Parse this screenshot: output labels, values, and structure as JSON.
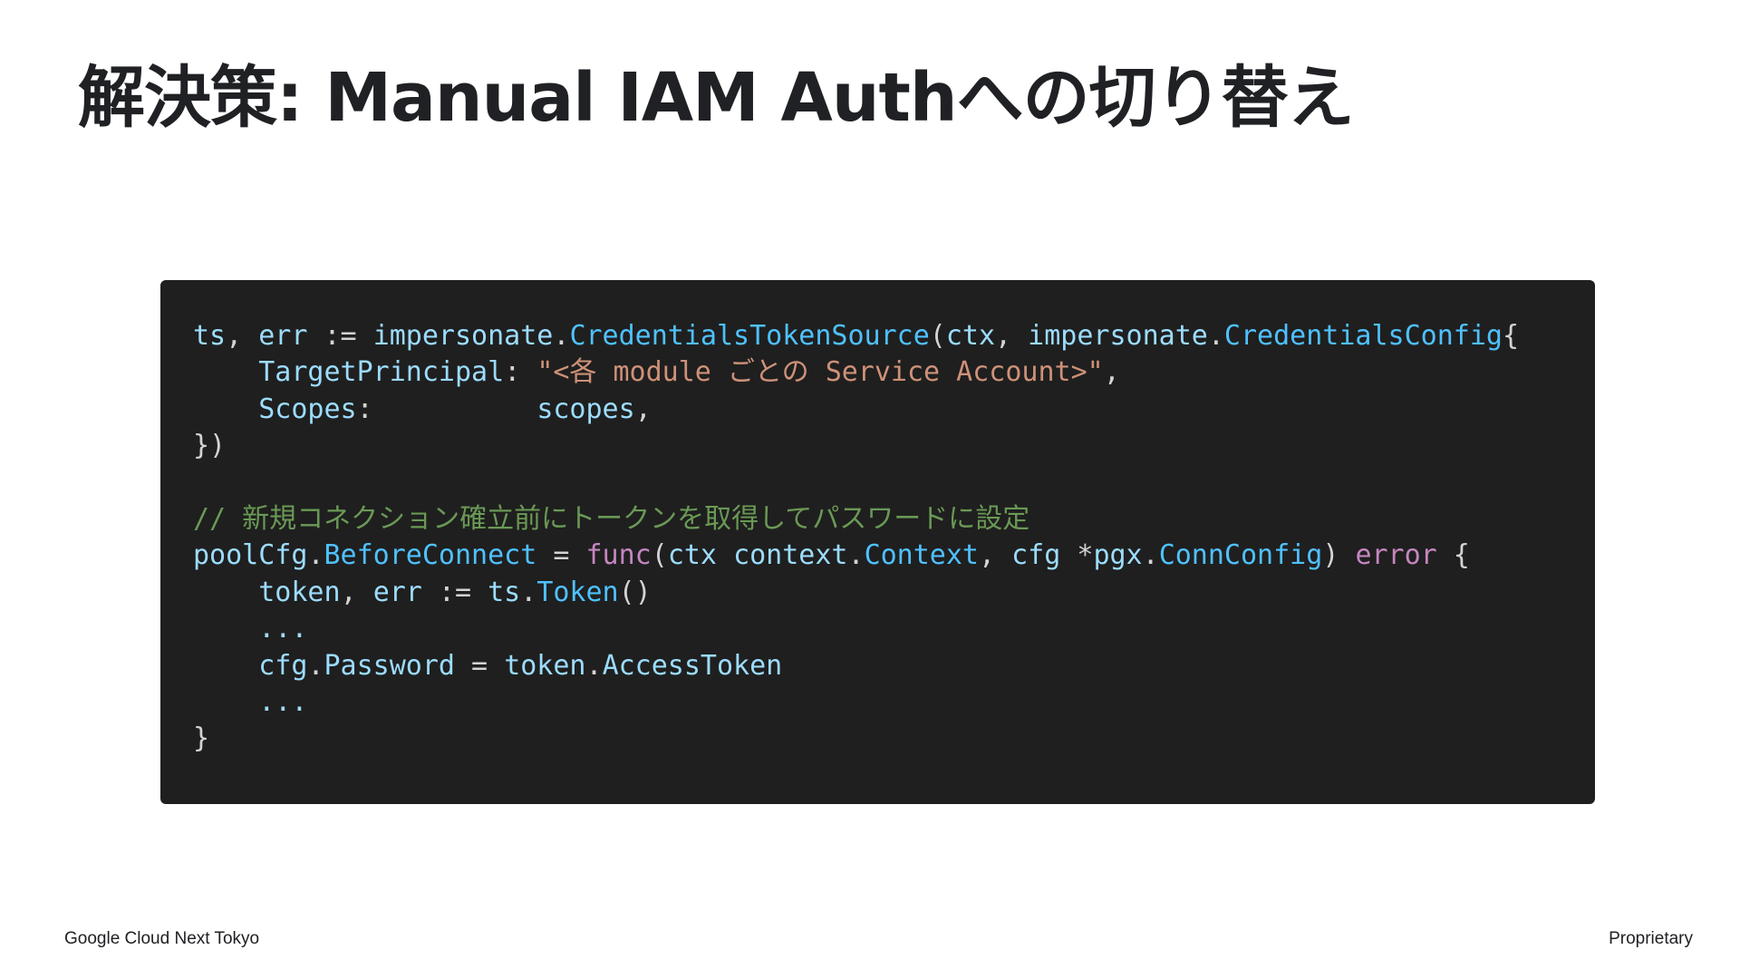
{
  "slide": {
    "title": "解決策: Manual IAM Authへの切り替え"
  },
  "code": {
    "line1": {
      "ts": "ts",
      "sep1": ", ",
      "err": "err",
      "assign": " := ",
      "pkg1": "impersonate",
      "dot1": ".",
      "fn1": "CredentialsTokenSource",
      "open": "(",
      "ctx": "ctx",
      "sep2": ", ",
      "pkg2": "impersonate",
      "dot2": ".",
      "type1": "CredentialsConfig",
      "brace": "{"
    },
    "line2": {
      "indent": "    ",
      "field": "TargetPrincipal",
      "colon": ": ",
      "value": "\"<各 module ごとの Service Account>\"",
      "comma": ","
    },
    "line3": {
      "indent": "    ",
      "field": "Scopes",
      "colon": ":          ",
      "value": "scopes",
      "comma": ","
    },
    "line4": {
      "text": "})"
    },
    "line5": {
      "text": ""
    },
    "line6": {
      "comment": "// 新規コネクション確立前にトークンを取得してパスワードに設定"
    },
    "line7": {
      "obj": "poolCfg",
      "dot1": ".",
      "prop": "BeforeConnect",
      "assign": " = ",
      "kw": "func",
      "open": "(",
      "ctx": "ctx",
      "sp1": " ",
      "pkg": "context",
      "dot2": ".",
      "type1": "Context",
      "sep": ", ",
      "cfg": "cfg",
      "star": " *",
      "pkg2": "pgx",
      "dot3": ".",
      "type2": "ConnConfig",
      "close": ") ",
      "ret": "error",
      "brace": " {"
    },
    "line8": {
      "indent": "    ",
      "token": "token",
      "sep": ", ",
      "err": "err",
      "assign": " := ",
      "ts": "ts",
      "dot": ".",
      "fn": "Token",
      "call": "()"
    },
    "line9": {
      "indent": "    ",
      "text": "..."
    },
    "line10": {
      "indent": "    ",
      "obj": "cfg",
      "dot1": ".",
      "prop": "Password",
      "assign": " = ",
      "src": "token",
      "dot2": ".",
      "field": "AccessToken"
    },
    "line11": {
      "indent": "    ",
      "text": "..."
    },
    "line12": {
      "text": "}"
    }
  },
  "footer": {
    "left": "Google Cloud Next Tokyo",
    "right": "Proprietary"
  }
}
